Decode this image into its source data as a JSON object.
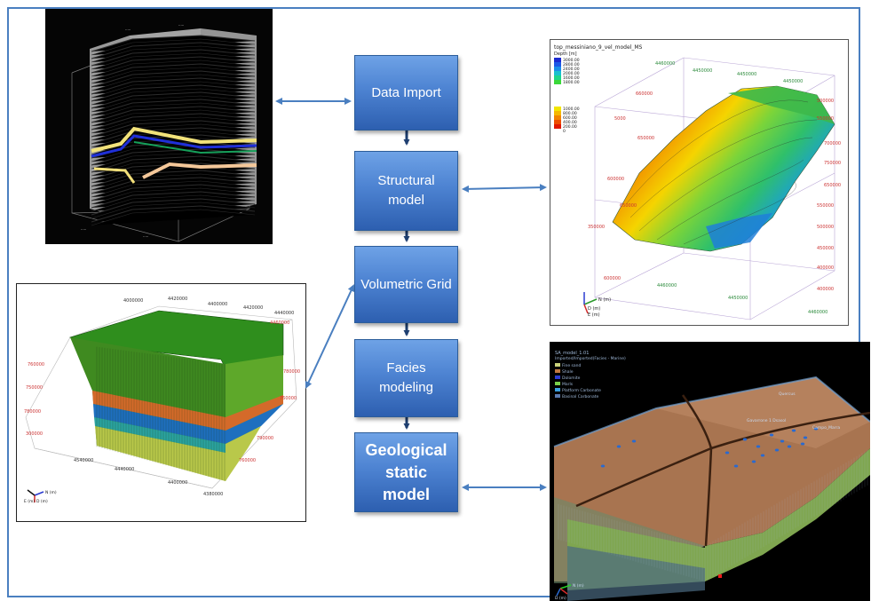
{
  "workflow": {
    "steps": [
      {
        "label": "Data Import"
      },
      {
        "label": "Structural model"
      },
      {
        "label": "Volumetric Grid"
      },
      {
        "label": "Facies modeling"
      },
      {
        "label": "Geological static model"
      }
    ]
  },
  "depth_panel": {
    "title": "top_messiniano_9_vel_model_MS",
    "scale_label": "Depth [m]",
    "legend_values": [
      "3000.00",
      "2800.00",
      "2400.00",
      "2000.00",
      "1600.00",
      "1800.00",
      "1000.00",
      "800.00",
      "600.00",
      "400.00",
      "200.00",
      "0"
    ],
    "axis_labels": [
      "4460000",
      "4450000",
      "4450000",
      "4450000",
      "660000",
      "500000",
      "550000",
      "700000",
      "750000",
      "650000",
      "600000",
      "650000",
      "550000",
      "500000",
      "450000",
      "400000",
      "350000",
      "400000",
      "600000",
      "650000",
      "4460000",
      "4450000",
      "4460000",
      "5000"
    ],
    "compass": [
      "N (m)",
      "D (m)",
      "E (m)"
    ]
  },
  "grid_panel": {
    "axis_labels": [
      "4000000",
      "4420000",
      "4400000",
      "4420000",
      "4440000",
      "4460000",
      "760000",
      "750000",
      "780000",
      "780000",
      "760000",
      "790000",
      "4540000",
      "4440000",
      "4400000",
      "4380000",
      "300000",
      "760000"
    ],
    "compass": [
      "N (m)",
      "D (m)",
      "E (m)"
    ]
  },
  "facies_panel": {
    "title": "SA_model_1.01",
    "subtitle": "Imported/Imported(Facies - Marine)",
    "legend": [
      "Fine sand",
      "Shale",
      "Dolomite",
      "Marls",
      "Platform Carbonate",
      "Basinal Carbonate"
    ],
    "place_labels": [
      "Quercus",
      "Gavarrone 1 Dsasol",
      "Campo_Marra"
    ],
    "compass": [
      "N (m)",
      "D (m)"
    ]
  },
  "colors": {
    "step_fill": "#4d83d2",
    "arrow": "#4a7fc0",
    "frame": "#4a7fc0"
  }
}
